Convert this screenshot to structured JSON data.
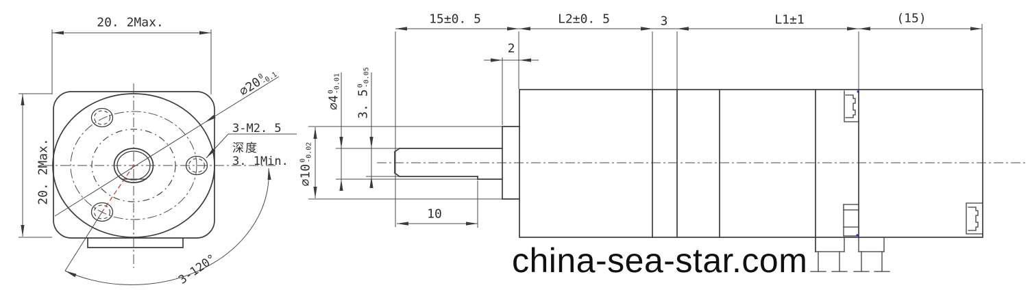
{
  "front_view": {
    "width_dim": "20. 2Max.",
    "height_dim": "20. 2Max.",
    "pilot_dia": {
      "main": "⌀20",
      "sup": "0",
      "sub": "-0.1"
    },
    "tap_note_line1": "3-M2. 5",
    "tap_note_line2": "深度",
    "tap_note_line3": "3. 1Min.",
    "angle_dim": "3-120°"
  },
  "side_view": {
    "shaft_len_dim": "15±0. 5",
    "gearbox_len_dim": "L2±0. 5",
    "spacer_dim": "3",
    "motor_len_dim": "L1±1",
    "tail_len_dim": "(15)",
    "boss_len_dim": "2",
    "flat_len_dim": "10",
    "shaft_dia": {
      "main": "⌀4",
      "sup": "0",
      "sub": "-0.01"
    },
    "flat_thickness": {
      "main": "3. 5",
      "sup": "0",
      "sub": "-0.05"
    },
    "boss_dia": {
      "main": "⌀10",
      "sup": "0",
      "sub": "-0.02"
    }
  },
  "watermark": {
    "text": "china-sea-star.com"
  },
  "colors": {
    "line": "#3b3b3b",
    "thin_line": "#4a4a4a",
    "ray_red": "#c43c3c",
    "watermark": "#101010",
    "blue_mark": "#2a2ad0"
  }
}
